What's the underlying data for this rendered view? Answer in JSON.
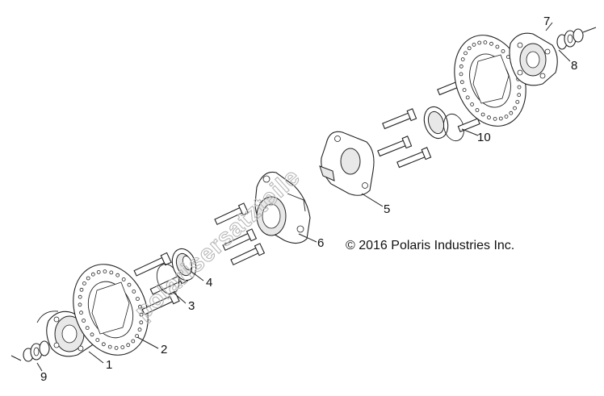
{
  "diagram": {
    "copyright": "© 2016 Polaris Industries Inc.",
    "watermark": "polarisersatzteile",
    "callouts": [
      "1",
      "2",
      "3",
      "4",
      "5",
      "6",
      "7",
      "8",
      "9",
      "10"
    ]
  }
}
